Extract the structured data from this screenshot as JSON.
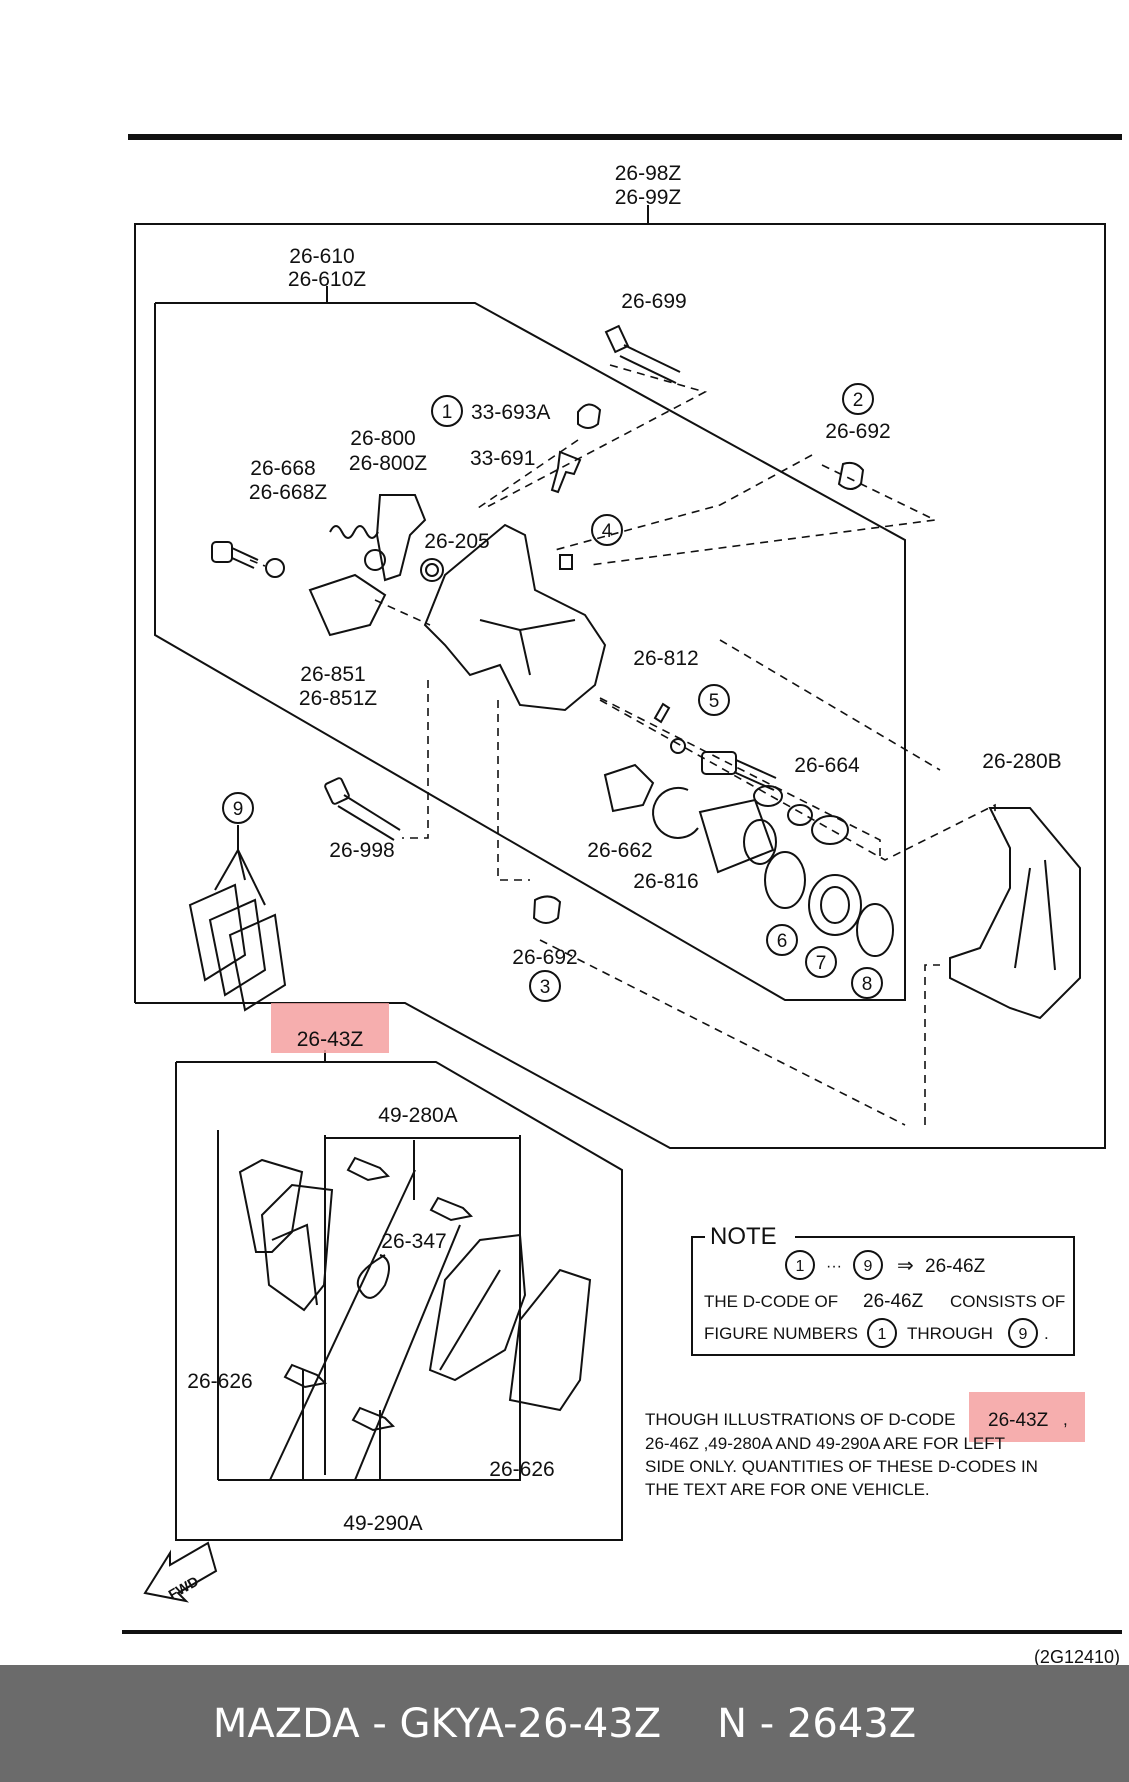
{
  "assembly_labels": {
    "top": [
      "26-98Z",
      "26-99Z"
    ],
    "caliper": [
      "26-610",
      "26-610Z"
    ],
    "lever": [
      "26-800",
      "26-800Z"
    ],
    "spring": [
      "26-668",
      "26-668Z"
    ],
    "bracket": [
      "26-851",
      "26-851Z"
    ],
    "pad_kit": "26-43Z"
  },
  "part_labels": {
    "bolt_top": "26-699",
    "bleeder_cap": "33-693A",
    "bleeder": "33-691",
    "boot_top": "26-692",
    "seal_small": "26-205",
    "pin": "26-812",
    "spindle_kit": "26-664",
    "mount": "26-280B",
    "bolt_bottom": "26-998",
    "connector": "26-662",
    "snap_ring": "26-816",
    "boot_bottom": "26-692",
    "shim_kit_top": "49-280A",
    "clip": "26-347",
    "shim_left": "26-626",
    "shim_right": "26-626",
    "shim_kit_bottom": "49-290A",
    "code": "(2G12410)",
    "fwd": "FWD"
  },
  "callouts": [
    "1",
    "2",
    "3",
    "4",
    "5",
    "6",
    "7",
    "8",
    "9"
  ],
  "note": {
    "title": "NOTE",
    "range_start": "1",
    "ellipsis": "···",
    "range_end": "9",
    "arrow": "⇒",
    "target": "26-46Z",
    "line2_pre": "THE D-CODE OF",
    "line2_code": "26-46Z",
    "line2_post": "CONSISTS OF",
    "line3_pre": "FIGURE NUMBERS",
    "line3_a": "1",
    "line3_mid": "THROUGH",
    "line3_b": "9",
    "line3_end": "."
  },
  "disclaimer": {
    "line1_pre": "THOUGH ILLUSTRATIONS OF D-CODE",
    "line1_code": "26-43Z",
    "line1_post": ",",
    "line2": "26-46Z  ,49-280A AND 49-290A ARE FOR LEFT",
    "line3": "SIDE ONLY. QUANTITIES OF THESE D-CODES IN",
    "line4": "THE TEXT ARE FOR ONE VEHICLE."
  },
  "footer": {
    "brand_part": "MAZDA - GKYA-26-43Z",
    "ref": "N - 2643Z"
  },
  "colors": {
    "highlight": "#f4a0a0",
    "footer_bg": "#6b6b6b",
    "line": "#111111"
  }
}
